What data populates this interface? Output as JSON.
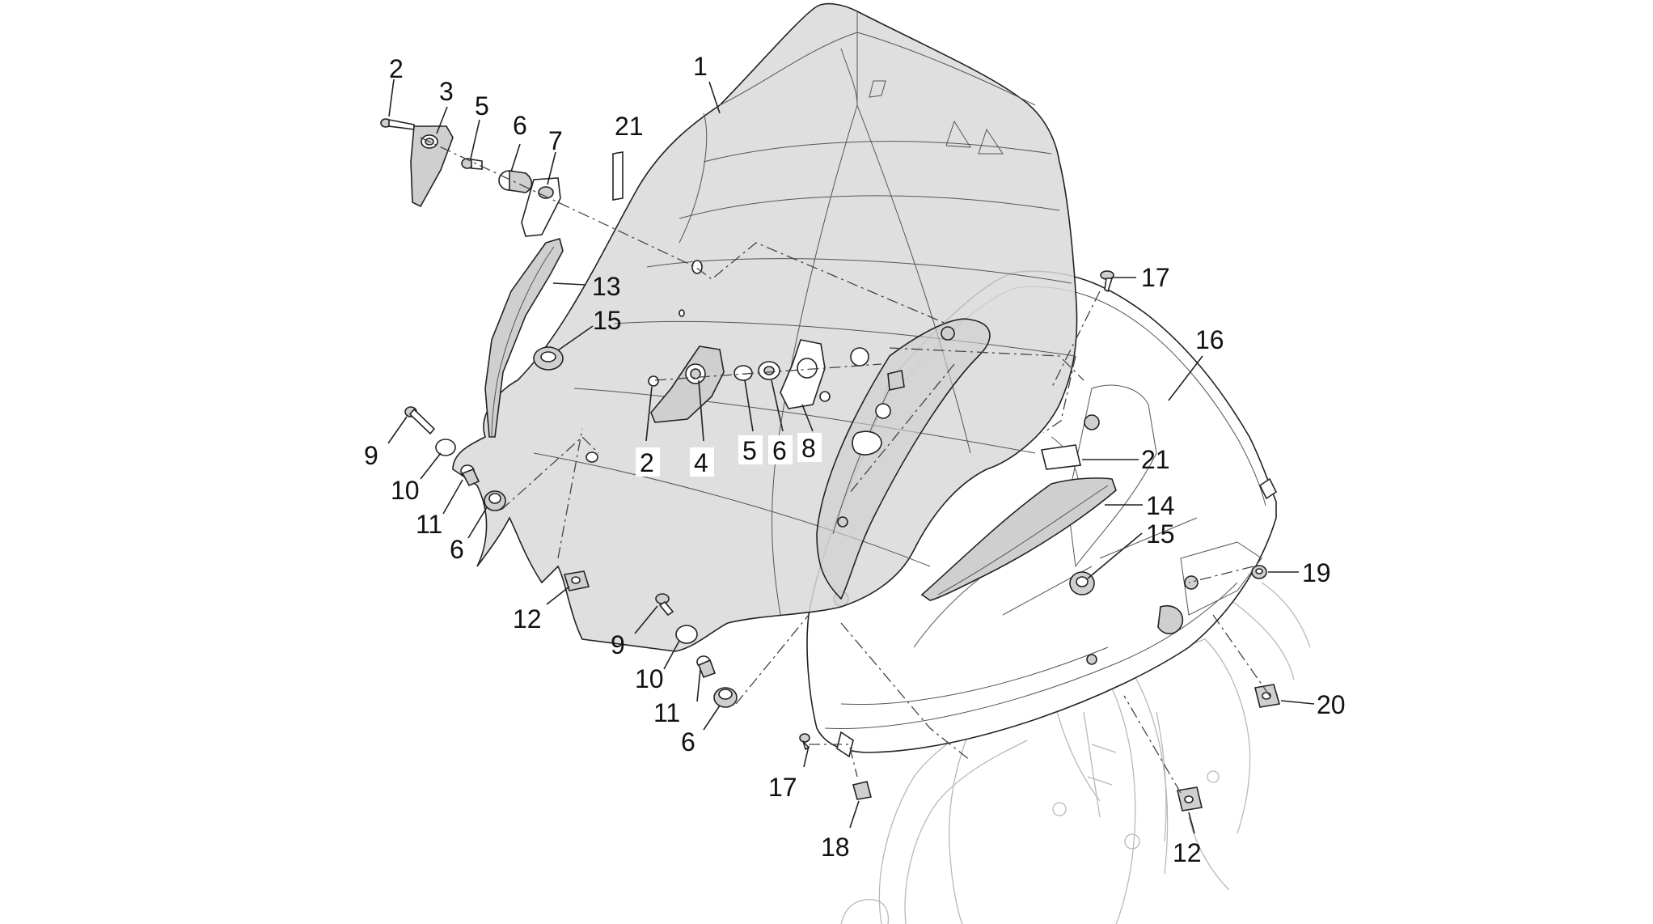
{
  "diagram": {
    "labels": {
      "p1": "1",
      "p2a": "2",
      "p2b": "2",
      "p3": "3",
      "p4": "4",
      "p5a": "5",
      "p5b": "5",
      "p6a": "6",
      "p6b": "6",
      "p6c": "6",
      "p6d": "6",
      "p7": "7",
      "p8": "8",
      "p9a": "9",
      "p9b": "9",
      "p10a": "10",
      "p10b": "10",
      "p11a": "11",
      "p11b": "11",
      "p12a": "12",
      "p12b": "12",
      "p13": "13",
      "p14": "14",
      "p15a": "15",
      "p15b": "15",
      "p16": "16",
      "p17a": "17",
      "p17b": "17",
      "p18": "18",
      "p19": "19",
      "p20": "20",
      "p21a": "21",
      "p21b": "21"
    },
    "colors": {
      "windshield_fill": "#d9d9d9",
      "part_fill": "#cfcfcf",
      "line": "#222222",
      "faint_line": "#b8b8b8"
    }
  }
}
